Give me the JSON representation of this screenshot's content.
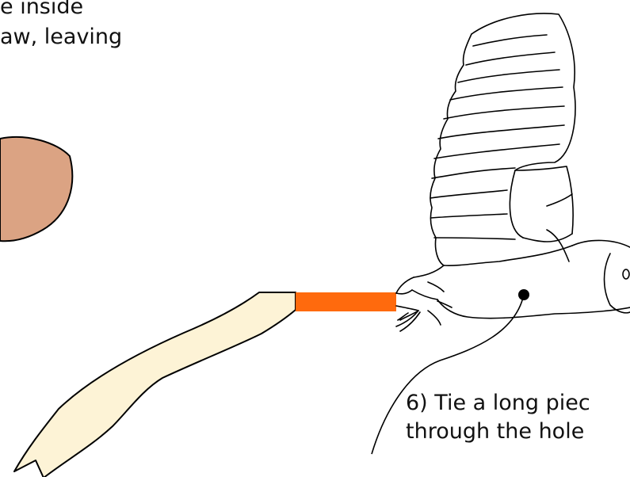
{
  "instructions": {
    "top_line1": "e inside",
    "top_line2": "aw, leaving",
    "bottom_line1": "6) Tie a long piec",
    "bottom_line2": "through the hole"
  },
  "colors": {
    "paper_bag": "#DBA383",
    "ribbon_tail": "#FDF3D6",
    "orange_band": "#FF6A0D",
    "outline": "#000000",
    "dot": "#000000"
  },
  "icons": [
    "paper-bag-shape",
    "ribbon-tail",
    "orange-band",
    "owl-drawing",
    "string-line",
    "hole-dot"
  ]
}
